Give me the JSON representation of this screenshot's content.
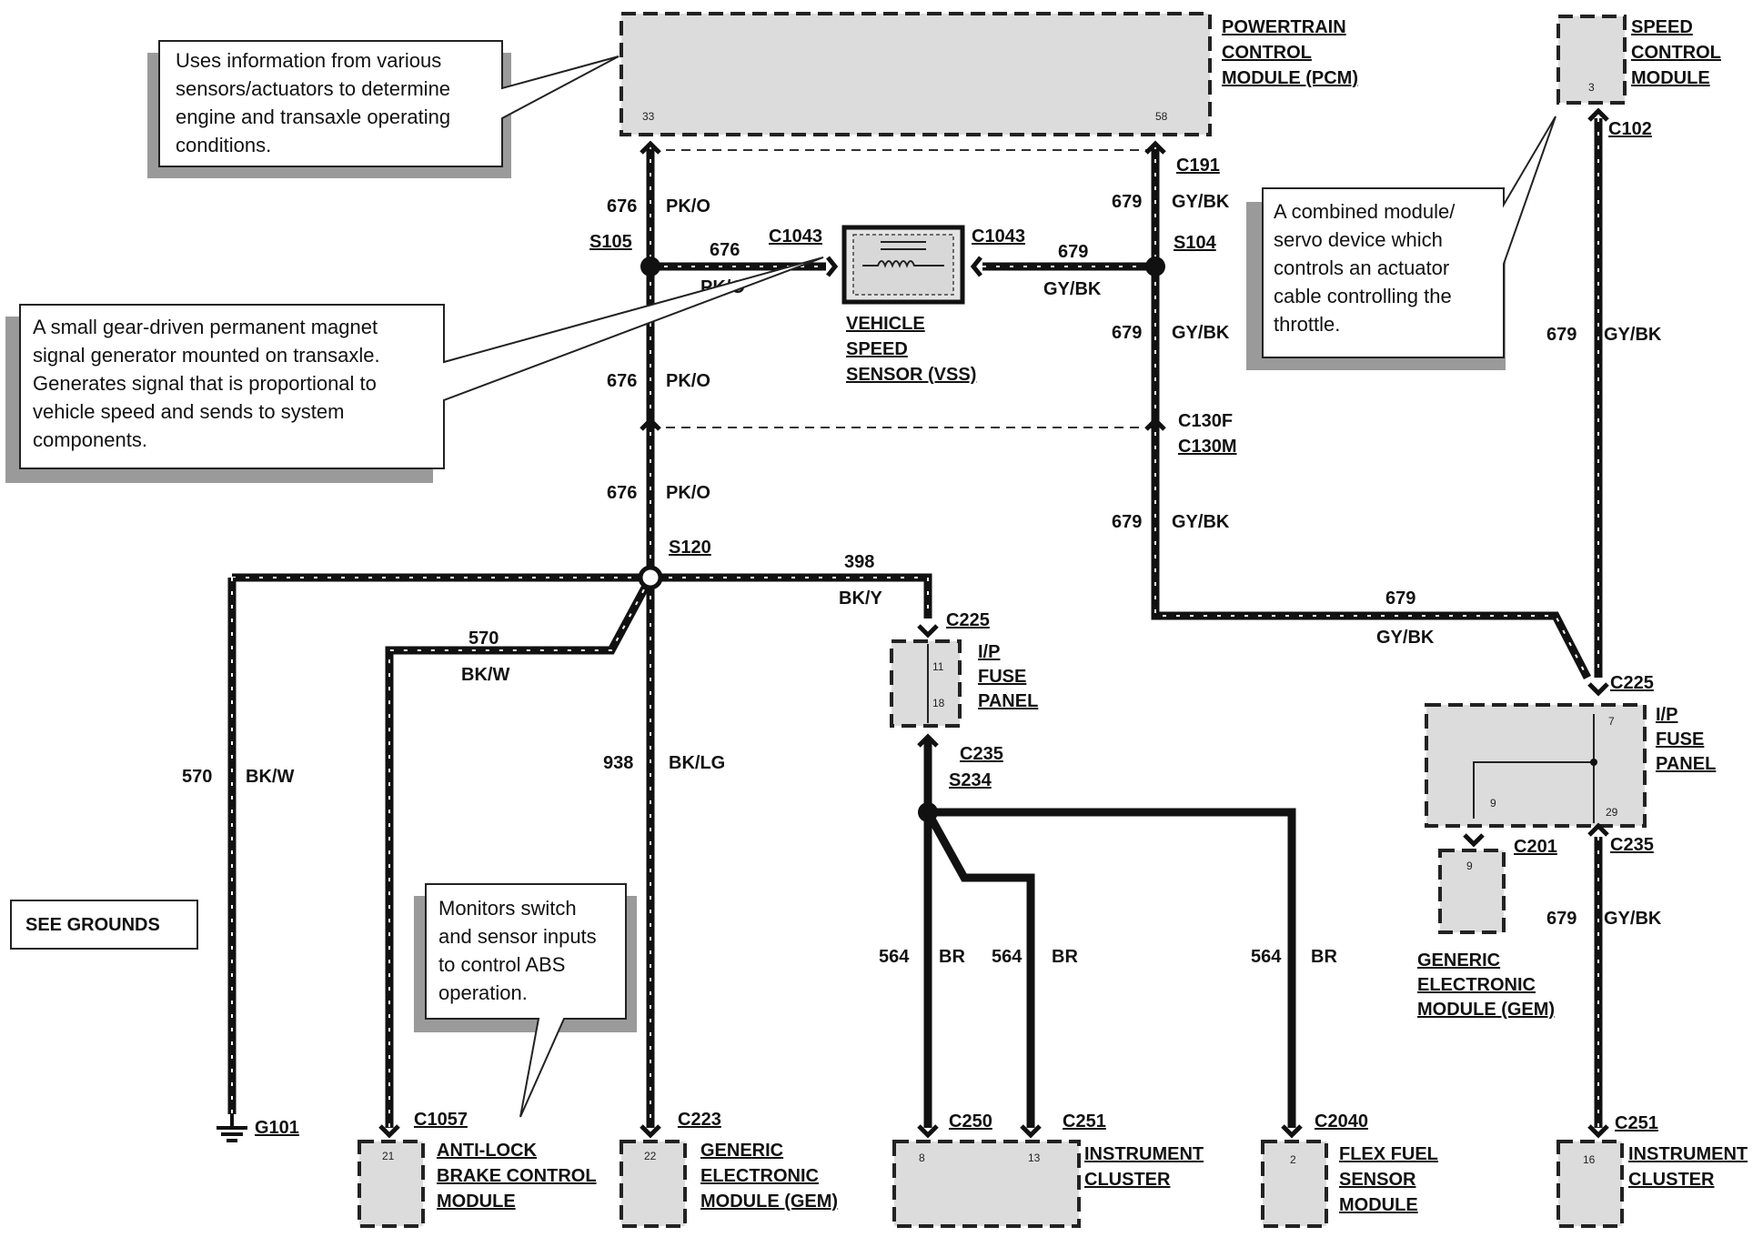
{
  "modules": {
    "pcm": {
      "lines": [
        "POWERTRAIN",
        "CONTROL",
        "MODULE (PCM)"
      ],
      "pins": [
        "33",
        "58"
      ]
    },
    "scm": {
      "lines": [
        "SPEED",
        "CONTROL",
        "MODULE"
      ],
      "pin": "3"
    },
    "vss": {
      "lines": [
        "VEHICLE",
        "SPEED",
        "SENSOR (VSS)"
      ]
    },
    "ip_fuse_1": {
      "lines": [
        "I/P",
        "FUSE",
        "PANEL"
      ],
      "pins": [
        "11",
        "18"
      ]
    },
    "ip_fuse_2": {
      "lines": [
        "I/P",
        "FUSE",
        "PANEL"
      ],
      "pins": [
        "7",
        "9",
        "29"
      ]
    },
    "gem_right": {
      "lines": [
        "GENERIC",
        "ELECTRONIC",
        "MODULE (GEM)"
      ],
      "pin": "9"
    },
    "abs": {
      "lines": [
        "ANTI-LOCK",
        "BRAKE CONTROL",
        "MODULE"
      ],
      "pin": "21"
    },
    "gem_bottom": {
      "lines": [
        "GENERIC",
        "ELECTRONIC",
        "MODULE (GEM)"
      ],
      "pin": "22"
    },
    "cluster": {
      "lines": [
        "INSTRUMENT",
        "CLUSTER"
      ],
      "pins": [
        "8",
        "13"
      ]
    },
    "ffs": {
      "lines": [
        "FLEX FUEL",
        "SENSOR",
        "MODULE"
      ],
      "pin": "2"
    },
    "cluster_right": {
      "lines": [
        "INSTRUMENT",
        "CLUSTER"
      ],
      "pin": "16"
    }
  },
  "connectors": {
    "c191": "C191",
    "s105": "S105",
    "s104": "S104",
    "c1043_left": "C1043",
    "c1043_right": "C1043",
    "c102": "C102",
    "c130f": "C130F",
    "c130m": "C130M",
    "s120": "S120",
    "c225_a": "C225",
    "c225_b": "C225",
    "c235_a": "C235",
    "s234": "S234",
    "c235_b": "C235",
    "c201": "C201",
    "g101": "G101",
    "c1057": "C1057",
    "c223": "C223",
    "c250": "C250",
    "c251_a": "C251",
    "c2040": "C2040",
    "c251_b": "C251"
  },
  "wires": {
    "w676_pcm": {
      "num": "676",
      "color": "PK/O"
    },
    "w676_vss": {
      "num": "676",
      "color": "PK/O"
    },
    "w676_mid": {
      "num": "676",
      "color": "PK/O"
    },
    "w676_low": {
      "num": "676",
      "color": "PK/O"
    },
    "w679_pcm": {
      "num": "679",
      "color": "GY/BK"
    },
    "w679_vss": {
      "num": "679",
      "color": "GY/BK"
    },
    "w679_mid": {
      "num": "679",
      "color": "GY/BK"
    },
    "w679_low": {
      "num": "679",
      "color": "GY/BK"
    },
    "w679_horiz": {
      "num": "679",
      "color": "GY/BK"
    },
    "w679_scm": {
      "num": "679",
      "color": "GY/BK"
    },
    "w679_right_low": {
      "num": "679",
      "color": "GY/BK"
    },
    "w398": {
      "num": "398",
      "color": "BK/Y"
    },
    "w570_top": {
      "num": "570",
      "color": "BK/W"
    },
    "w570_left": {
      "num": "570",
      "color": "BK/W"
    },
    "w938": {
      "num": "938",
      "color": "BK/LG"
    },
    "w564_a": {
      "num": "564",
      "color": "BR"
    },
    "w564_b": {
      "num": "564",
      "color": "BR"
    },
    "w564_c": {
      "num": "564",
      "color": "BR"
    }
  },
  "callouts": {
    "pcm": [
      "Uses information from various",
      "sensors/actuators to determine",
      "engine and transaxle operating",
      "conditions."
    ],
    "vss": [
      "A small gear-driven permanent magnet",
      "signal generator mounted on transaxle.",
      "Generates signal that is proportional to",
      "vehicle speed and sends to system",
      "components."
    ],
    "scm": [
      "A combined module/",
      "servo device which",
      "controls an actuator",
      "cable controlling the",
      "throttle."
    ],
    "abs": [
      "Monitors switch",
      "and sensor inputs",
      "to control ABS",
      "operation."
    ]
  },
  "see_grounds": "SEE GROUNDS"
}
